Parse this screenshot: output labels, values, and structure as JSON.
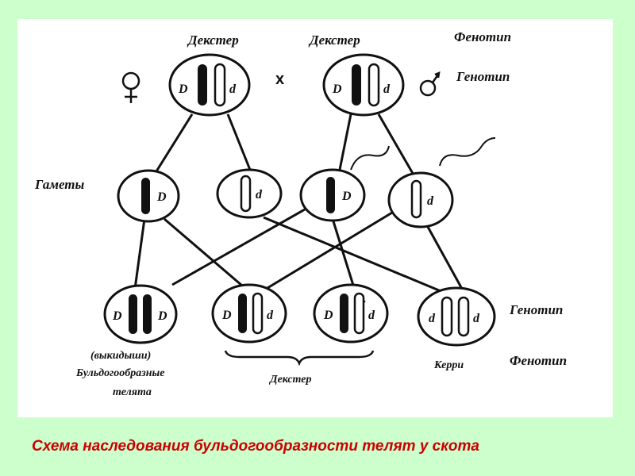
{
  "diagram": {
    "labels": {
      "parent_left": "Декстер",
      "parent_right": "Декстер",
      "cross": "x",
      "phenotype_top": "Фенотип",
      "genotype_top": "Генотип",
      "gametes": "Гаметы",
      "genotype_bottom": "Генотип",
      "phenotype_bottom": "Фенотип",
      "offspring_dd_line1": "(выкидыши)",
      "offspring_dd_line2": "Бульдогообразные",
      "offspring_dd_line3": "телята",
      "offspring_het": "Декстер",
      "offspring_rec": "Керри"
    },
    "alleles": {
      "dominant": "D",
      "recessive": "d"
    }
  },
  "caption": {
    "text": "Схема наследования бульдогообразности телят у скота"
  }
}
